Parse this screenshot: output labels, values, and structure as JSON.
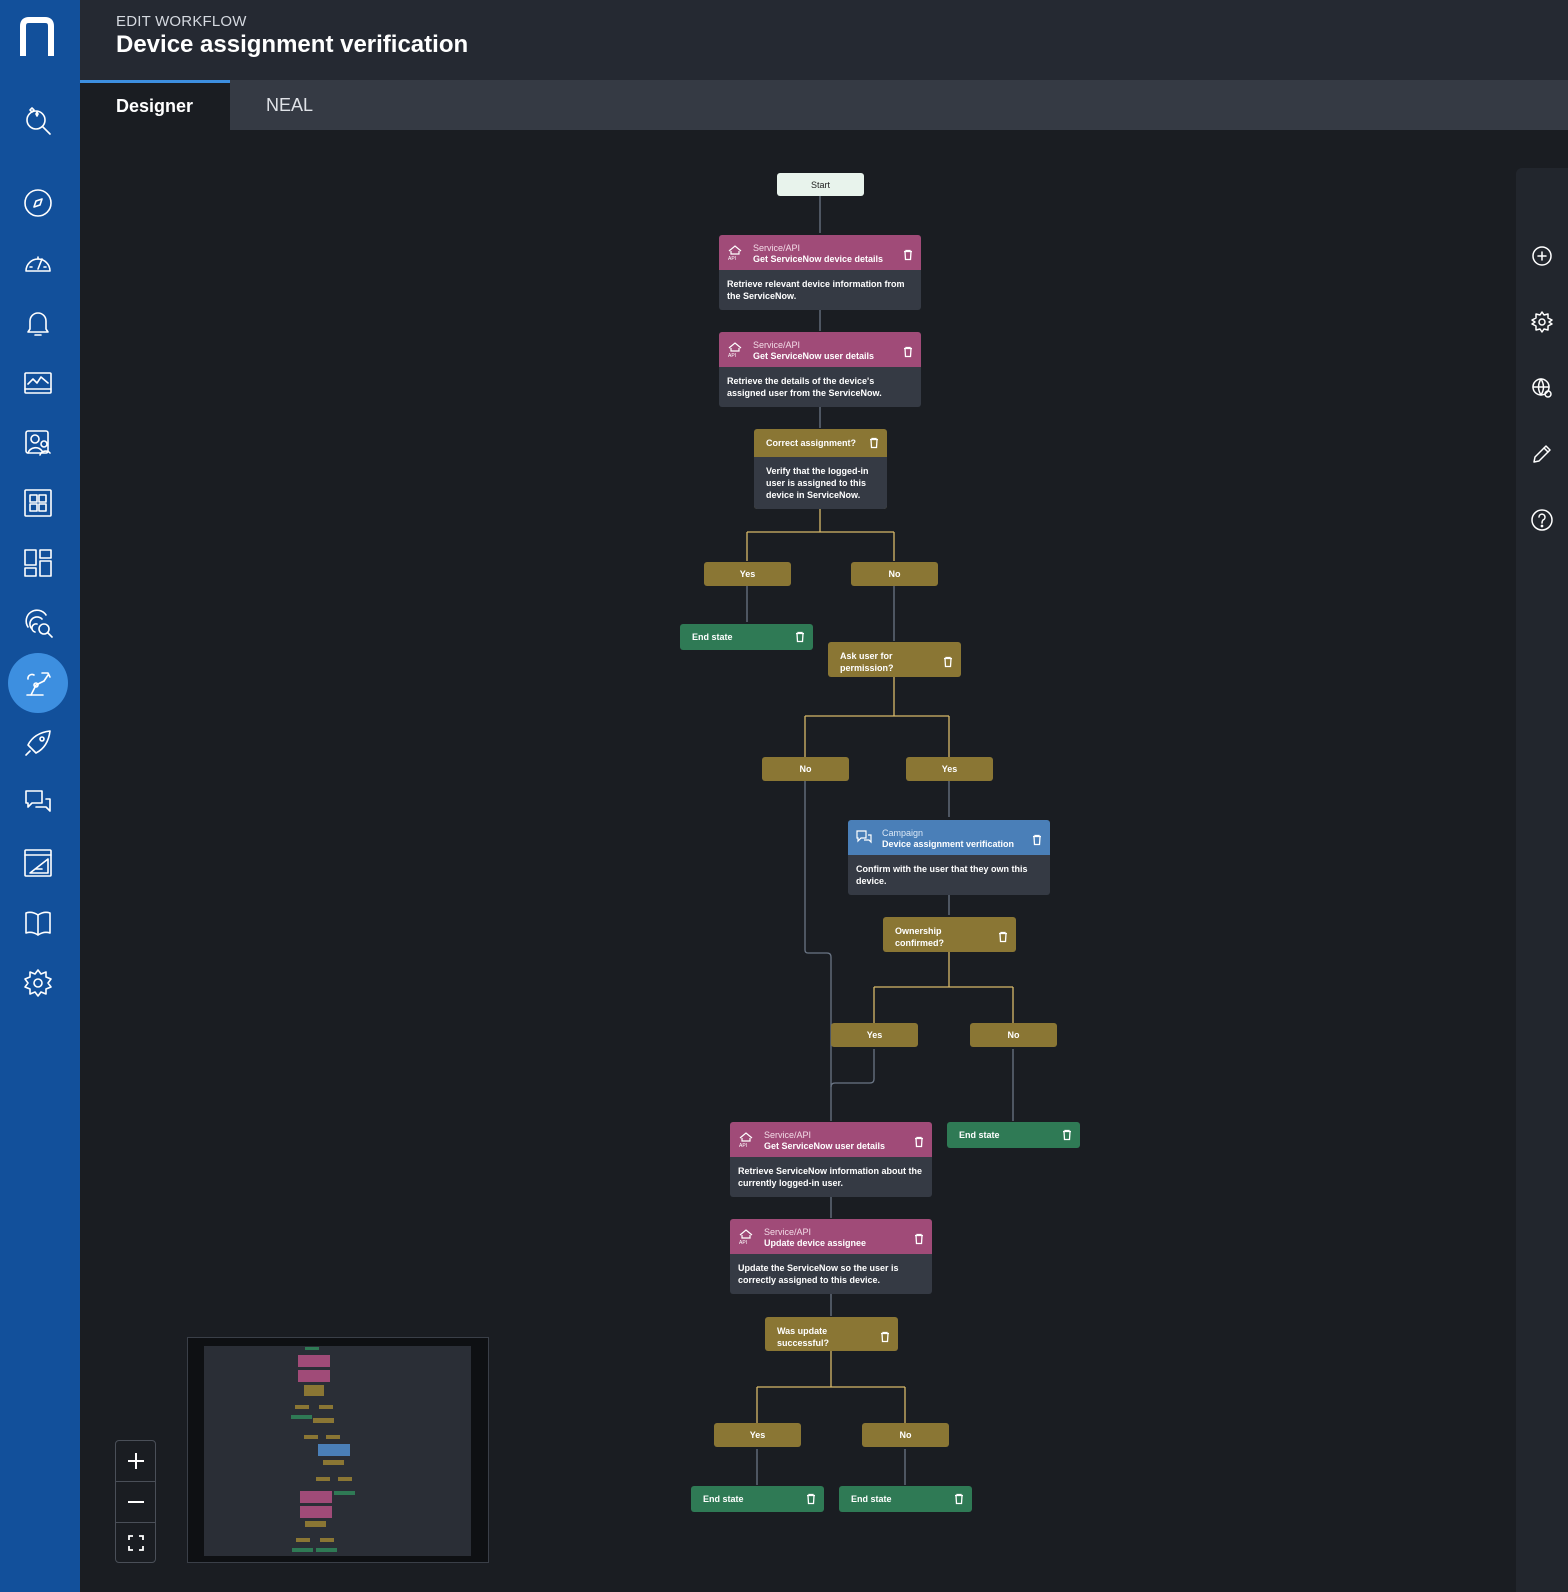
{
  "header": {
    "eyebrow": "EDIT WORKFLOW",
    "title": "Device assignment verification"
  },
  "tabs": [
    {
      "label": "Designer",
      "active": true
    },
    {
      "label": "NEAL",
      "active": false
    }
  ],
  "colors": {
    "sidebar": "#12509b",
    "service": "#a04b78",
    "campaign": "#4a7fb8",
    "decision": "#8a7634",
    "end_state": "#2f7a55",
    "connector": "#d7b86a"
  },
  "sidebar_icons": [
    "search-sparkle-icon",
    "compass-icon",
    "speedometer-icon",
    "bell-icon",
    "monitor-graph-icon",
    "users-icon",
    "grid-icon",
    "dashboard-icon",
    "fingerprint-icon",
    "workflow-robot-icon",
    "rocket-icon",
    "chat-icon",
    "design-icon",
    "book-icon",
    "gear-icon"
  ],
  "workflow": {
    "start": "Start",
    "nodes": {
      "svc1": {
        "kind": "Service/API",
        "title": "Get ServiceNow device details",
        "body": "Retrieve relevant device information from the ServiceNow."
      },
      "svc2": {
        "kind": "Service/API",
        "title": "Get ServiceNow user details",
        "body": "Retrieve the details of the device's assigned user from the ServiceNow."
      },
      "dec1": {
        "title": "Correct assignment?",
        "body": "Verify that the logged-in user is assigned to this device in ServiceNow."
      },
      "b1_yes": "Yes",
      "b1_no": "No",
      "end1": "End state",
      "dec2": {
        "title": "Ask user for permission?"
      },
      "b2_no": "No",
      "b2_yes": "Yes",
      "camp": {
        "kind": "Campaign",
        "title": "Device assignment verification",
        "body": "Confirm with the user that they own this device."
      },
      "dec3": {
        "title": "Ownership confirmed?"
      },
      "b3_yes": "Yes",
      "b3_no": "No",
      "end2": "End state",
      "svc3": {
        "kind": "Service/API",
        "title": "Get ServiceNow user details",
        "body": "Retrieve ServiceNow information about the currently logged-in user."
      },
      "svc4": {
        "kind": "Service/API",
        "title": "Update device assignee",
        "body": "Update the ServiceNow so the user is correctly assigned to this device."
      },
      "dec4": {
        "title": "Was update successful?"
      },
      "b4_yes": "Yes",
      "b4_no": "No",
      "end3": "End state",
      "end4": "End state"
    }
  },
  "right_rail": [
    "add-icon",
    "settings-icon",
    "globe-gear-icon",
    "pencil-icon",
    "help-icon"
  ],
  "zoom_controls": [
    "zoom-in-icon",
    "zoom-out-icon",
    "fit-screen-icon"
  ]
}
